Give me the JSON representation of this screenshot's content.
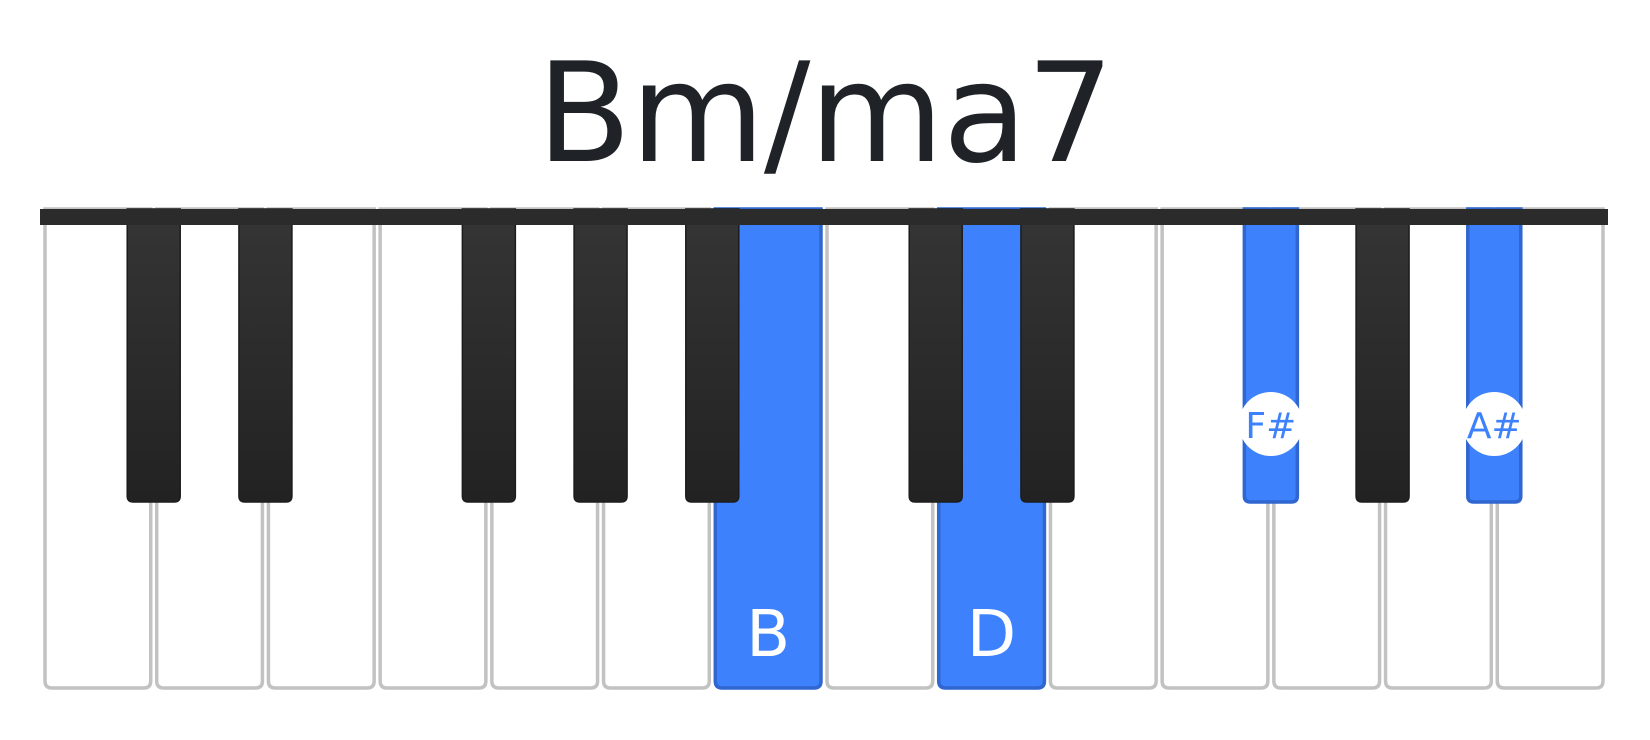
{
  "chord": {
    "name": "Bm/ma7"
  },
  "keyboard": {
    "white_keys": [
      {
        "note": "C",
        "highlighted": false,
        "label": ""
      },
      {
        "note": "D",
        "highlighted": false,
        "label": ""
      },
      {
        "note": "E",
        "highlighted": false,
        "label": ""
      },
      {
        "note": "F",
        "highlighted": false,
        "label": ""
      },
      {
        "note": "G",
        "highlighted": false,
        "label": ""
      },
      {
        "note": "A",
        "highlighted": false,
        "label": ""
      },
      {
        "note": "B",
        "highlighted": true,
        "label": "B"
      },
      {
        "note": "C",
        "highlighted": false,
        "label": ""
      },
      {
        "note": "D",
        "highlighted": true,
        "label": "D"
      },
      {
        "note": "E",
        "highlighted": false,
        "label": ""
      },
      {
        "note": "F",
        "highlighted": false,
        "label": ""
      },
      {
        "note": "G",
        "highlighted": false,
        "label": ""
      },
      {
        "note": "A",
        "highlighted": false,
        "label": ""
      },
      {
        "note": "B",
        "highlighted": false,
        "label": ""
      }
    ],
    "black_keys": [
      {
        "after_white": 0,
        "note": "C#",
        "highlighted": false,
        "label": ""
      },
      {
        "after_white": 1,
        "note": "D#",
        "highlighted": false,
        "label": ""
      },
      {
        "after_white": 3,
        "note": "F#",
        "highlighted": false,
        "label": ""
      },
      {
        "after_white": 4,
        "note": "G#",
        "highlighted": false,
        "label": ""
      },
      {
        "after_white": 5,
        "note": "A#",
        "highlighted": false,
        "label": ""
      },
      {
        "after_white": 7,
        "note": "C#",
        "highlighted": false,
        "label": ""
      },
      {
        "after_white": 8,
        "note": "D#",
        "highlighted": false,
        "label": ""
      },
      {
        "after_white": 10,
        "note": "F#",
        "highlighted": true,
        "label": "F#"
      },
      {
        "after_white": 11,
        "note": "G#",
        "highlighted": false,
        "label": ""
      },
      {
        "after_white": 12,
        "note": "A#",
        "highlighted": true,
        "label": "A#"
      }
    ]
  },
  "colors": {
    "highlight": "#3d82fc",
    "highlight_border": "#2f66d0",
    "black_key": "#2a2a2a",
    "white_key": "#ffffff",
    "white_key_border": "#c2c2c2",
    "top_bar": "#2b2b2b",
    "title": "#1f2328",
    "label_on_key": "#ffffff"
  }
}
